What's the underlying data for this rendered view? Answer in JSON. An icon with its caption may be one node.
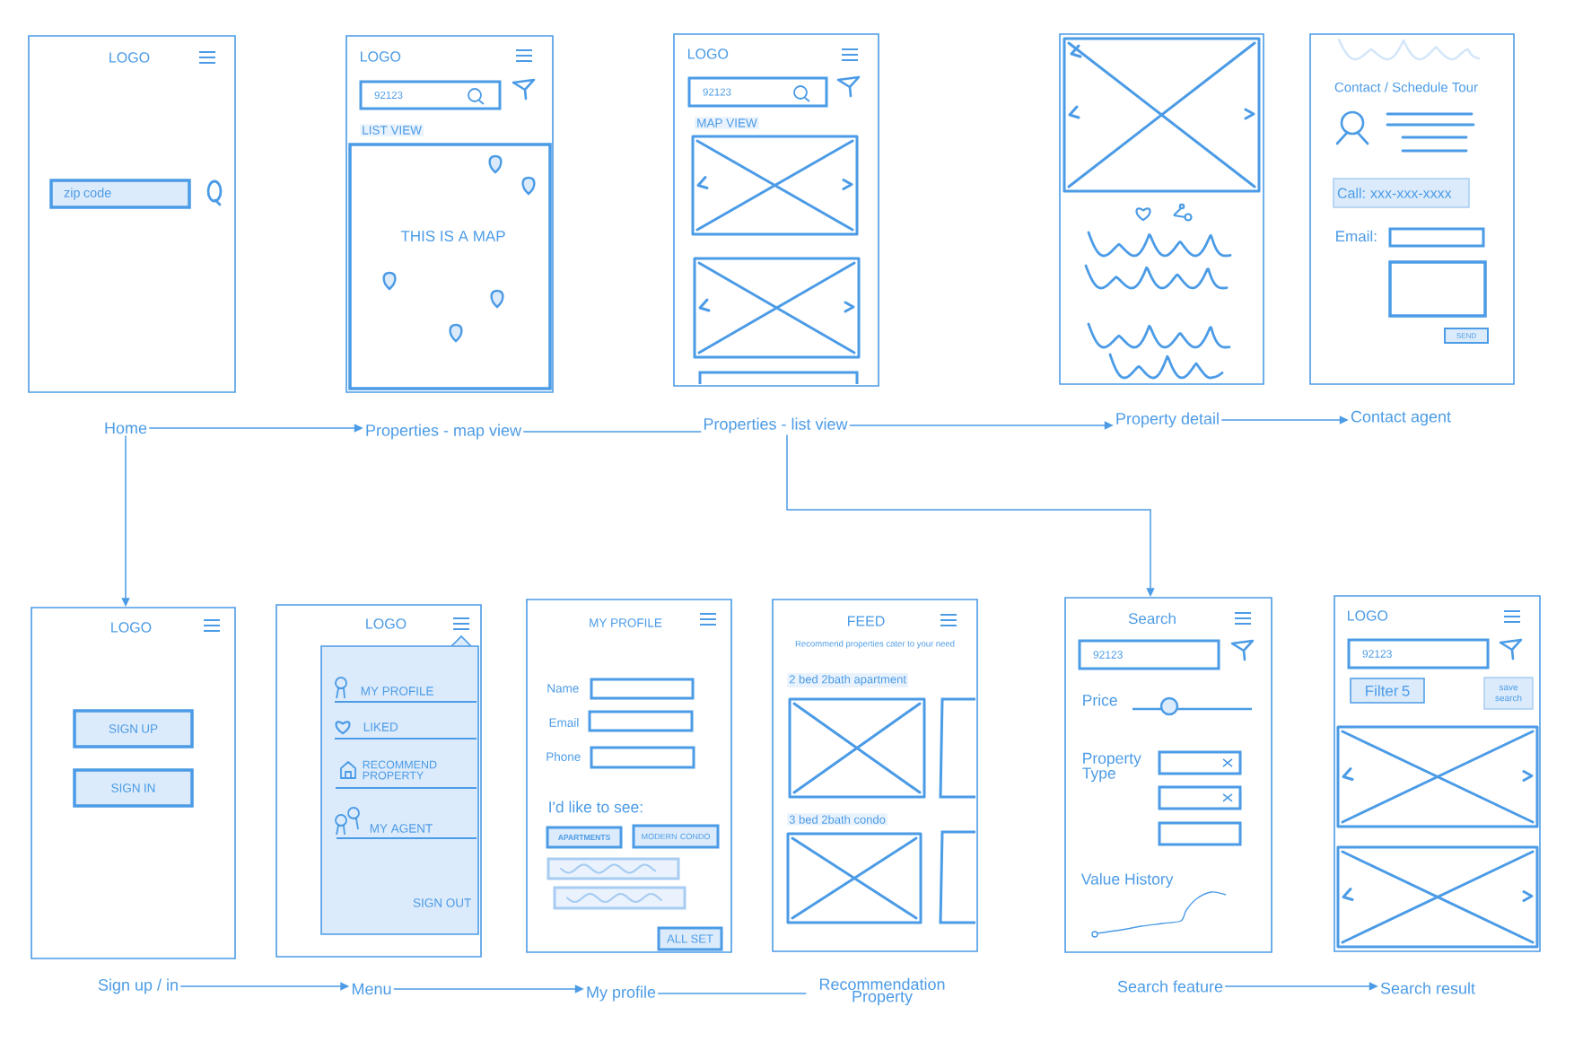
{
  "diagram": {
    "nodes": [
      {
        "text": [
          "LOGO"
        ]
      },
      {
        "text": [
          "zip code"
        ],
        "in": 0
      },
      {
        "text": [
          "LOGO",
          "LIST VIEW"
        ]
      },
      {
        "text": [
          "92123"
        ],
        "in": 2
      },
      {
        "text": [
          "THIS IS A MAP"
        ],
        "in": 2
      },
      {
        "text": [
          "LOGO",
          "MAP VIEW"
        ]
      },
      {
        "text": [
          "92123"
        ],
        "in": 5
      },
      {
        "text": [],
        "shape": "box"
      },
      {
        "text": [
          "Contact / Schedule Tour",
          "Email:"
        ]
      },
      {
        "text": [
          "Call: xxx-xxx-xxxx"
        ],
        "in": 8
      },
      {
        "text": [
          "SEND"
        ],
        "in": 8
      },
      {
        "text": [
          "Home"
        ]
      },
      {
        "text": [
          "Properties - map view"
        ]
      },
      {
        "text": [
          "Properties - list view"
        ]
      },
      {
        "text": [
          "Property detail"
        ]
      },
      {
        "text": [
          "Contact agent"
        ]
      },
      {
        "text": [
          "LOGO"
        ]
      },
      {
        "text": [
          "SIGN UP"
        ],
        "in": 16
      },
      {
        "text": [
          "SIGN IN"
        ],
        "in": 16
      },
      {
        "text": [
          "LOGO"
        ]
      },
      {
        "text": [
          "MY PROFILE",
          "LIKED",
          "RECOMMEND PROPERTY",
          "MY AGENT",
          "SIGN OUT"
        ],
        "in": 19
      },
      {
        "text": [
          "MY PROFILE",
          "Name",
          "Email",
          "Phone",
          "I'd like to see:"
        ]
      },
      {
        "text": [
          "APARTMENTS"
        ],
        "in": 21
      },
      {
        "text": [
          "MODERN CONDO"
        ],
        "in": 21
      },
      {
        "text": [
          "ALL SET"
        ],
        "in": 21
      },
      {
        "text": [
          "FEED",
          "Recommend properties cater to your need",
          "2 bed 2bath apartment",
          "3 bed 2bath condo"
        ]
      },
      {
        "text": [
          "Search",
          "Price",
          "Property Type",
          "Value History"
        ]
      },
      {
        "text": [
          "92123"
        ],
        "in": 26
      },
      {
        "text": [
          "LOGO"
        ]
      },
      {
        "text": [
          "92123"
        ],
        "in": 28
      },
      {
        "text": [
          "Filter 5"
        ],
        "in": 28
      },
      {
        "text": [
          "save search"
        ],
        "in": 28
      },
      {
        "text": [
          "Sign up / in"
        ]
      },
      {
        "text": [
          "Menu"
        ]
      },
      {
        "text": [
          "My profile"
        ]
      },
      {
        "text": [
          "Recommendation Property"
        ]
      },
      {
        "text": [
          "Search feature"
        ]
      },
      {
        "text": [
          "Search result"
        ]
      }
    ],
    "edges": [
      {
        "from": 11,
        "to": 12,
        "arrow": "to"
      },
      {
        "from": 12,
        "to": 13,
        "arrow": "none"
      },
      {
        "from": 13,
        "to": 14,
        "arrow": "to"
      },
      {
        "from": 14,
        "to": 15,
        "arrow": "to"
      },
      {
        "from": 11,
        "to": 16,
        "arrow": "to"
      },
      {
        "from": 13,
        "to": 26,
        "arrow": "to"
      },
      {
        "from": 32,
        "to": 33,
        "arrow": "to"
      },
      {
        "from": 33,
        "to": 34,
        "arrow": "to"
      },
      {
        "from": 34,
        "to": 35,
        "arrow": "none"
      },
      {
        "from": 36,
        "to": 37,
        "arrow": "to"
      }
    ]
  }
}
